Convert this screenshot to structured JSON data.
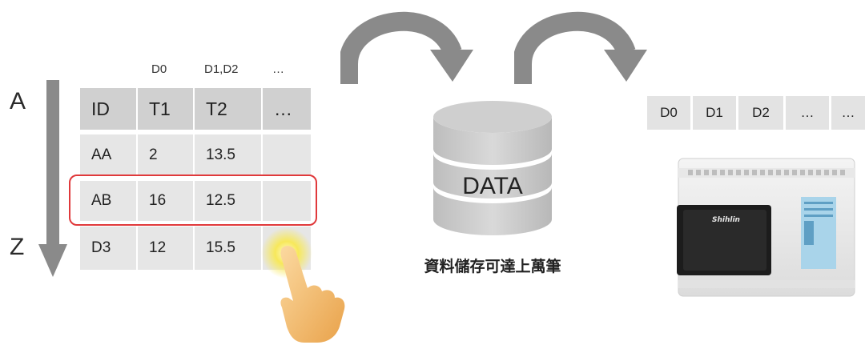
{
  "sort_axis": {
    "start_label": "A",
    "end_label": "Z"
  },
  "table": {
    "register_headers": [
      "D0",
      "D1,D2",
      "…"
    ],
    "columns": [
      "ID",
      "T1",
      "T2",
      "…"
    ],
    "rows": [
      [
        "AA",
        "2",
        "13.5",
        ""
      ],
      [
        "AB",
        "16",
        "12.5",
        ""
      ],
      [
        "D3",
        "12",
        "15.5",
        ""
      ]
    ],
    "highlighted_row": "AB"
  },
  "database": {
    "label": "DATA",
    "caption": "資料儲存可達上萬筆"
  },
  "plc": {
    "registers": [
      "D0",
      "D1",
      "D2",
      "…",
      "…"
    ],
    "brand": "Shihlin"
  },
  "colors": {
    "arrow": "#8a8a8a",
    "highlight": "#e0393b",
    "cell": "#e6e6e6",
    "header_cell": "#d0d0d0"
  }
}
